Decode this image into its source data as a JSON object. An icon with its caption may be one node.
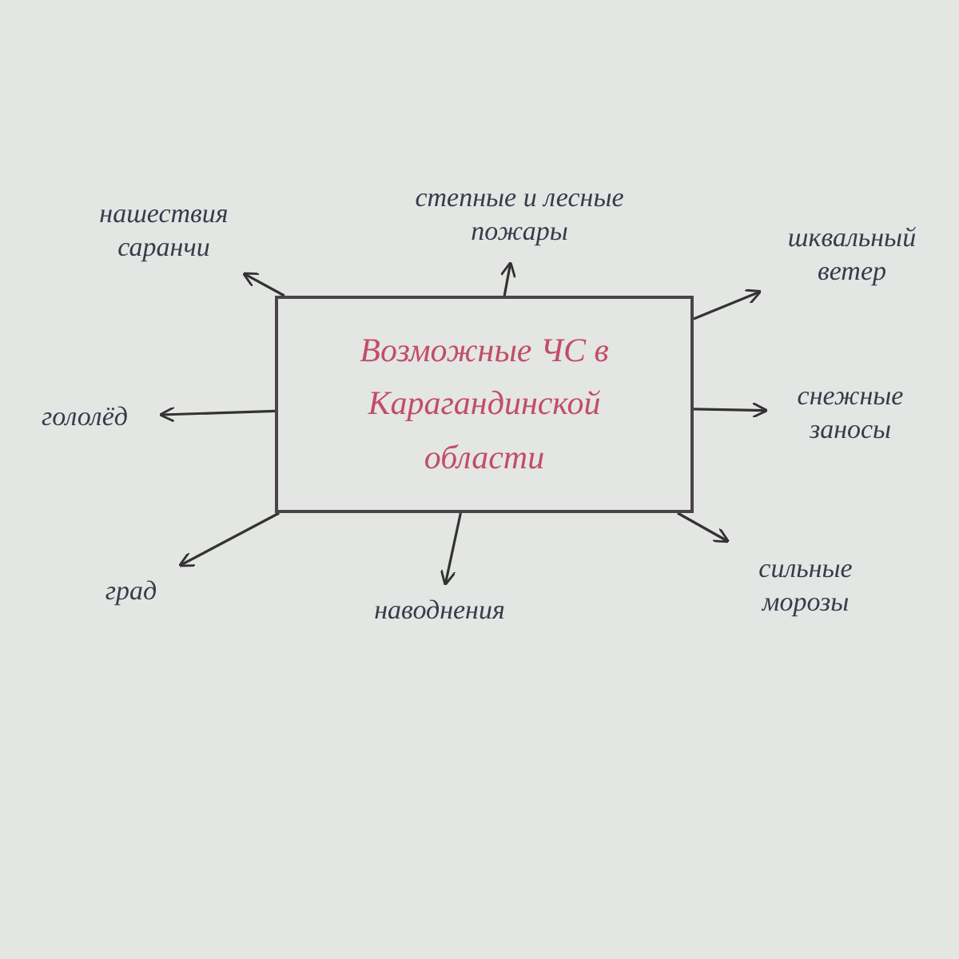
{
  "diagram": {
    "nodes": [
      {
        "text": [
          "Возможные ЧС в Карагандинской области"
        ]
      },
      {
        "text": [
          "нашествия саранчи"
        ]
      },
      {
        "text": [
          "степные и лесные пожары"
        ]
      },
      {
        "text": [
          "шквальный ветер"
        ]
      },
      {
        "text": [
          "гололёд"
        ]
      },
      {
        "text": [
          "снежные заносы"
        ]
      },
      {
        "text": [
          "град"
        ]
      },
      {
        "text": [
          "наводнения"
        ]
      },
      {
        "text": [
          "сильные морозы"
        ]
      }
    ],
    "edges": [
      {
        "from": 0,
        "to": 1,
        "arrow": "to"
      },
      {
        "from": 0,
        "to": 2,
        "arrow": "to"
      },
      {
        "from": 0,
        "to": 3,
        "arrow": "to"
      },
      {
        "from": 0,
        "to": 4,
        "arrow": "to"
      },
      {
        "from": 0,
        "to": 5,
        "arrow": "to"
      },
      {
        "from": 0,
        "to": 6,
        "arrow": "to"
      },
      {
        "from": 0,
        "to": 7,
        "arrow": "to"
      },
      {
        "from": 0,
        "to": 8,
        "arrow": "to"
      }
    ]
  }
}
